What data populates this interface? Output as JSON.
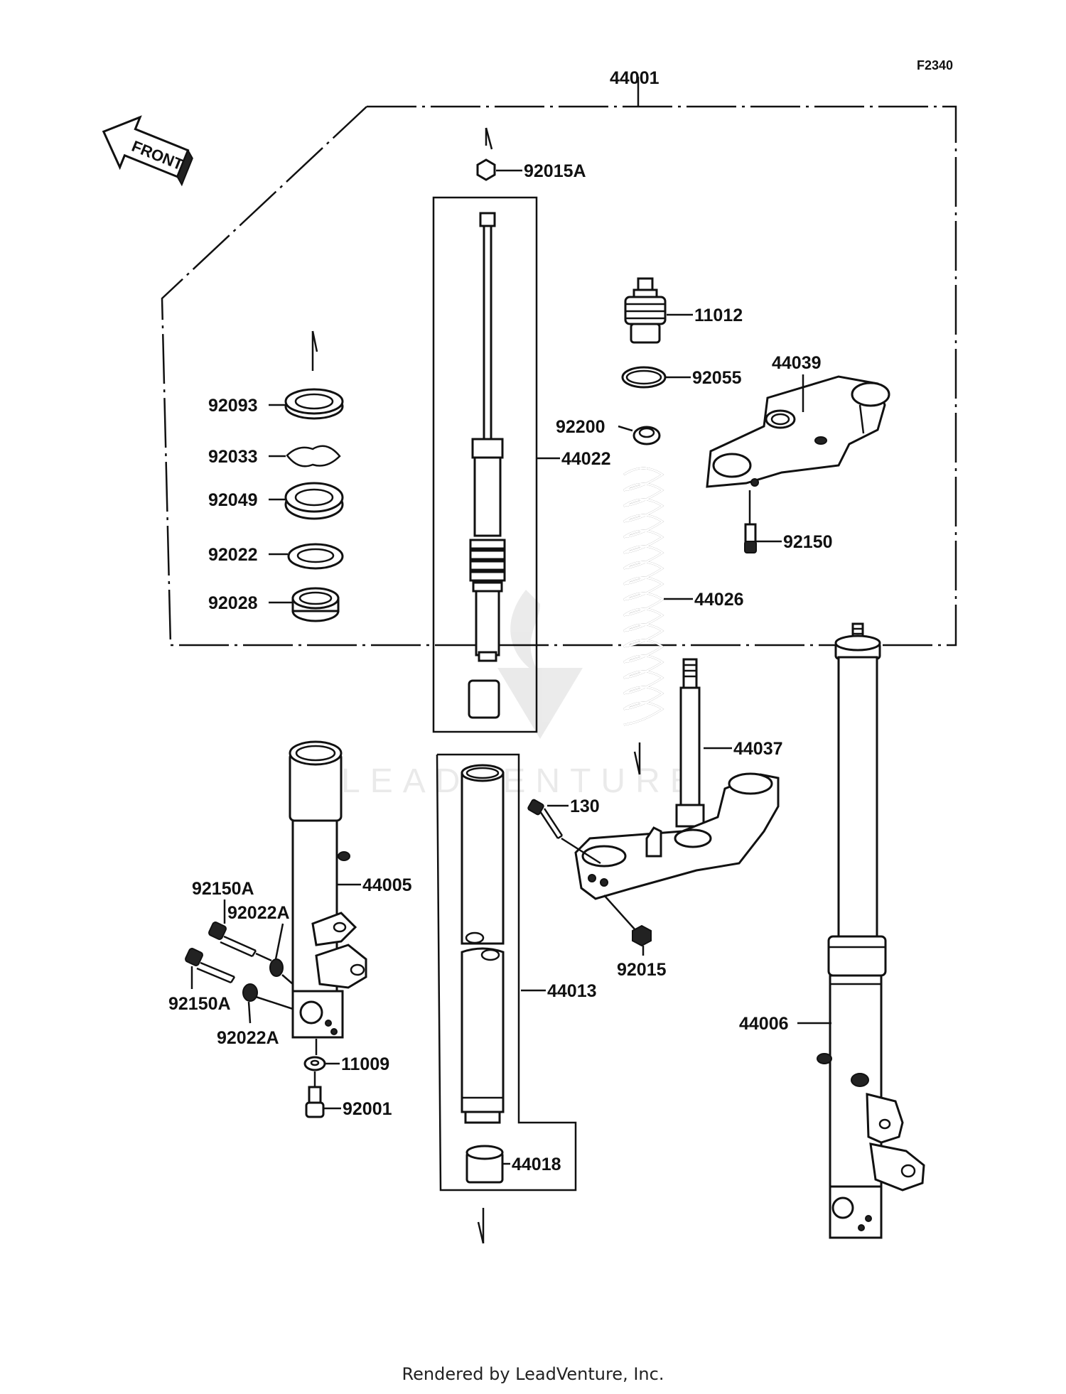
{
  "figure_code": "F2340",
  "direction_label": "FRONT",
  "watermark_text": "LEADVENTURE",
  "footer_text": "Rendered by LeadVenture, Inc.",
  "assembly_number": "44001",
  "parts": {
    "p92015A": "92015A",
    "p11012": "11012",
    "p92055": "92055",
    "p44039": "44039",
    "p92200": "92200",
    "p44022": "44022",
    "p92093": "92093",
    "p92033": "92033",
    "p92049": "92049",
    "p92022": "92022",
    "p92028": "92028",
    "p92150": "92150",
    "p44026": "44026",
    "p44037": "44037",
    "p130": "130",
    "p44005": "44005",
    "p92150A_top": "92150A",
    "p92022A_top": "92022A",
    "p92150A_bottom": "92150A",
    "p92022A_bottom": "92022A",
    "p92015": "92015",
    "p44013": "44013",
    "p44006": "44006",
    "p11009": "11009",
    "p92001": "92001",
    "p44018": "44018"
  }
}
